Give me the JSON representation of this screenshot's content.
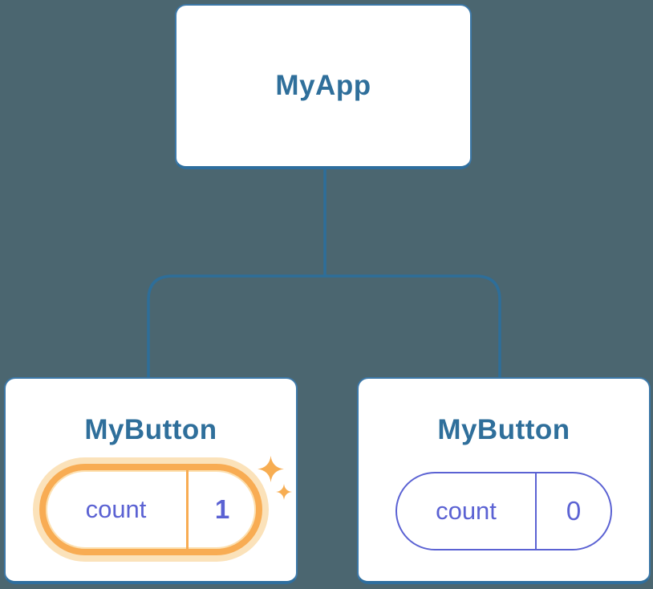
{
  "diagram": {
    "type": "component-tree",
    "tree": {
      "root": {
        "label": "MyApp"
      },
      "children": [
        {
          "label": "MyButton",
          "state": {
            "key": "count",
            "value": "1"
          },
          "highlighted": true,
          "icons": [
            "sparkle-icon-large",
            "sparkle-icon-small"
          ]
        },
        {
          "label": "MyButton",
          "state": {
            "key": "count",
            "value": "0"
          },
          "highlighted": false
        }
      ]
    }
  },
  "colors": {
    "background": "#4B6670",
    "node_fill": "#FFFFFF",
    "node_border": "#3C78A8",
    "node_border_bottom": "#2E6E9E",
    "node_title": "#2F6F9B",
    "connector": "#2E6E99",
    "state_indigo": "#5B62D3",
    "highlight_orange": "#F8AC53",
    "highlight_glow": "#FBE2BA",
    "sparkle": "#F7AD52"
  }
}
